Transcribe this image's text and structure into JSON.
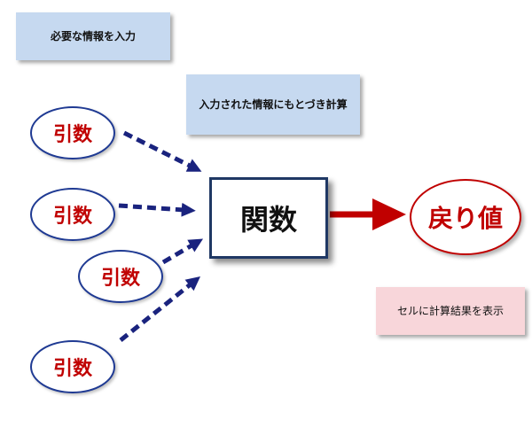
{
  "notes": {
    "input": "必要な情報を入力",
    "calc": "入力された情報にもとづき計算",
    "cell": "セルに計算結果を表示"
  },
  "arguments": [
    "引数",
    "引数",
    "引数",
    "引数"
  ],
  "function_label": "関数",
  "return_label": "戻り値",
  "colors": {
    "note_blue": "#c6d9f0",
    "note_pink": "#f8d6da",
    "arrow_navy": "#1a237e",
    "accent_red": "#c00000",
    "box_border": "#1f3864"
  }
}
